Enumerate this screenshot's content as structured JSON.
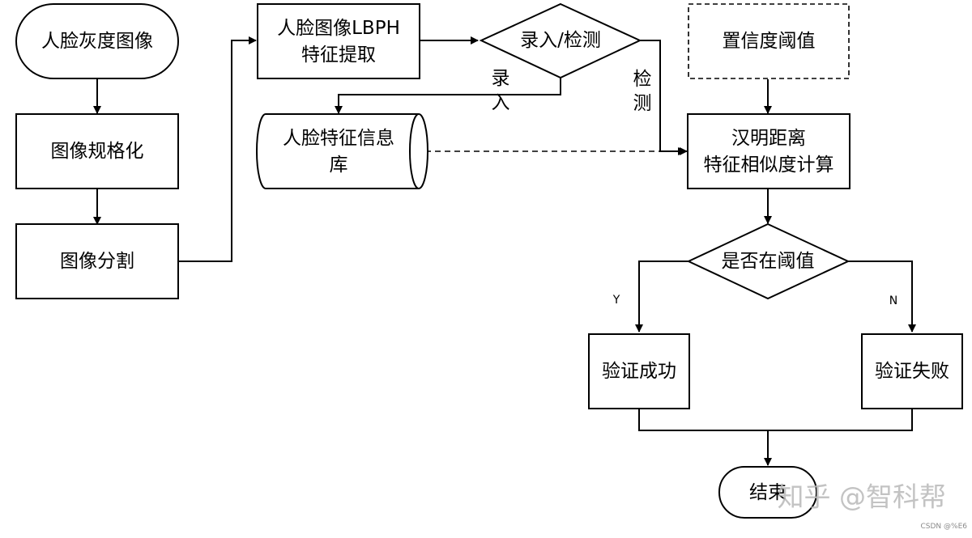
{
  "nodes": {
    "grayscale": "人脸灰度图像",
    "normalize": "图像规格化",
    "segment": "图像分割",
    "lbph_line1": "人脸图像LBPH",
    "lbph_line2": "特征提取",
    "decision_mode": "录入/检测",
    "threshold_conf": "置信度阈值",
    "db_line1": "人脸特征信息",
    "db_line2": "库",
    "hamming_line1": "汉明距离",
    "hamming_line2": "特征相似度计算",
    "in_threshold": "是否在阈值",
    "success": "验证成功",
    "fail": "验证失败",
    "end": "结束"
  },
  "edge_labels": {
    "enroll_1": "录",
    "enroll_2": "入",
    "detect_1": "检",
    "detect_2": "测",
    "yes": "Y",
    "no": "N"
  },
  "watermark": {
    "text": "知乎 @智科帮",
    "credit": "CSDN @%E6"
  },
  "colors": {
    "stroke": "#000000",
    "fill": "#ffffff",
    "watermark": "#b9b9b9"
  }
}
